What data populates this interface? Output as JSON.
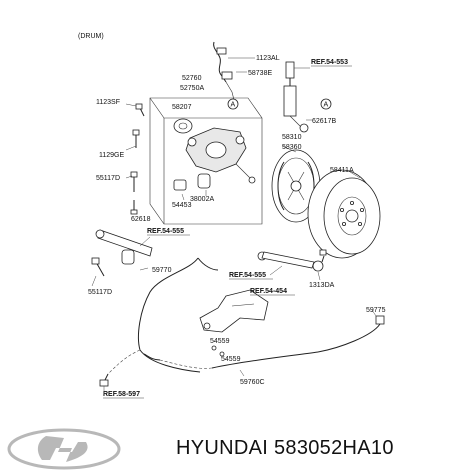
{
  "header": {
    "variant": "(DRUM)"
  },
  "parts": {
    "p1123AL": "1123AL",
    "p58738E": "58738E",
    "p52760": "52760",
    "p52750A": "52750A",
    "p1123SF": "1123SF",
    "p58207": "58207",
    "p1129GE": "1129GE",
    "p55117D_top": "55117D",
    "p62618": "62618",
    "p54453": "54453",
    "p38002A": "38002A",
    "p62617B": "62617B",
    "p58310": "58310",
    "p58360": "58360",
    "p58411A": "58411A",
    "p59770": "59770",
    "p55117D_bot": "55117D",
    "p1313DA": "1313DA",
    "p54559_a": "54559",
    "p54559_b": "54559",
    "p59775": "59775",
    "p59760C": "59760C"
  },
  "refs": {
    "r553": "REF.54-553",
    "r555a": "REF.54-555",
    "r555b": "REF.54-555",
    "r454": "REF.54-454",
    "r597": "REF.58-597"
  },
  "callouts": {
    "a1": "A",
    "a2": "A"
  },
  "footer": {
    "brand": "HYUNDAI",
    "part_number": "583052HA10"
  }
}
